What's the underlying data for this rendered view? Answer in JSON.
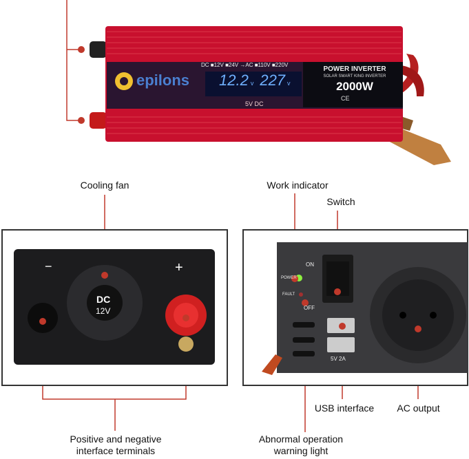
{
  "product": {
    "brand": "epilons",
    "title": "POWER INVERTER",
    "subtitle": "SOLAR SMART KING INVERTER",
    "wattage": "2000W",
    "certifications": "CE",
    "display_input": "12.2",
    "display_output": "227",
    "display_unit_in": "v",
    "display_unit_out": "v",
    "mode_strip": "DC ■12V ■24V →AC ■110V ■220V",
    "usb_label": "5V DC",
    "dc_label": "DC",
    "dc_voltage": "12V",
    "minus_sign": "−",
    "plus_sign": "+",
    "switch_on": "ON",
    "switch_off": "OFF",
    "power_led": "POWER",
    "fault_led": "FAULT",
    "usb_rating": "5V 2A"
  },
  "callouts": {
    "cooling_fan": "Cooling fan",
    "work_indicator": "Work indicator",
    "switch": "Switch",
    "terminals_line1": "Positive and negative",
    "terminals_line2": "interface terminals",
    "usb_interface": "USB interface",
    "ac_output": "AC output",
    "warning_line1": "Abnormal operation",
    "warning_line2": "warning light"
  },
  "colors": {
    "callout_line": "#c0392b",
    "body_red": "#c8102e",
    "panel_border": "#333333"
  }
}
